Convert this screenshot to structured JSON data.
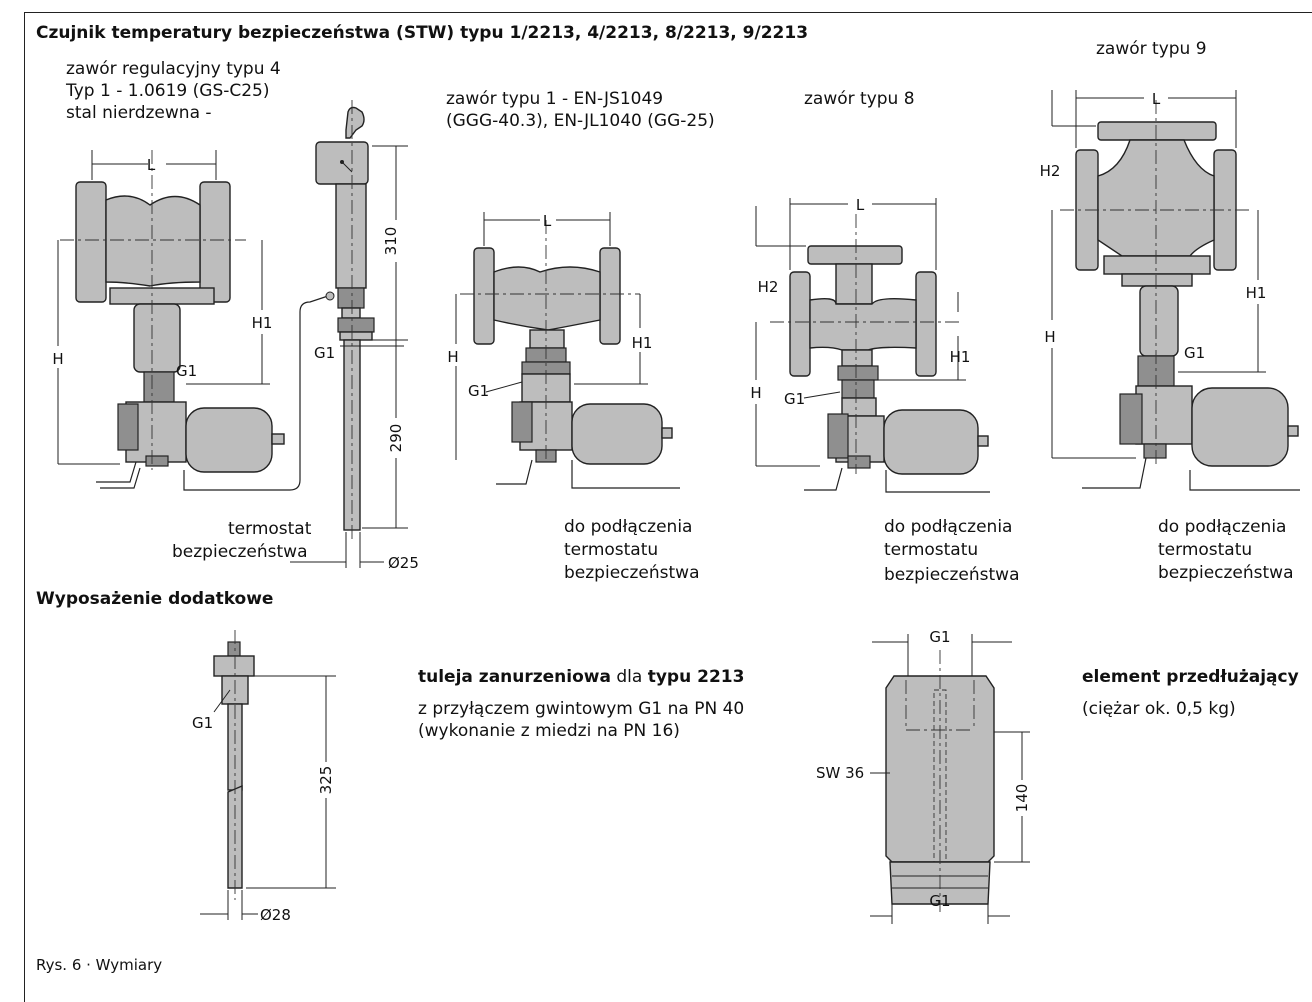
{
  "title": "Czujnik temperatury bezpieczeństwa (STW) typu 1/2213, 4/2213, 8/2213, 9/2213",
  "valve4": {
    "line1": "zawór regulacyjny typu 4",
    "line2": "Typ 1 - 1.0619 (GS-C25)",
    "line3": "stal nierdzewna -"
  },
  "valve1": {
    "line1": "zawór typu 1 - EN-JS1049",
    "line2": "(GGG-40.3), EN-JL1040 (GG-25)"
  },
  "valve8": {
    "label": "zawór typu 8"
  },
  "valve9": {
    "label": "zawór typu 9"
  },
  "thermostat": {
    "line1": "termostat",
    "line2": "bezpieczeństwa"
  },
  "connect": {
    "line1": "do podłączenia",
    "line2": "termostatu",
    "line3": "bezpieczeństwa"
  },
  "dims": {
    "L": "L",
    "H": "H",
    "H1": "H1",
    "H2": "H2",
    "G1": "G1",
    "d310": "310",
    "d290": "290",
    "d25": "Ø25",
    "d325": "325",
    "d28": "Ø28",
    "d140": "140",
    "sw36": "SW 36"
  },
  "accessories": {
    "heading": "Wyposażenie dodatkowe",
    "sleeve": {
      "name_bold": "tuleja zanurzeniowa",
      "name_mid": " dla ",
      "type_bold": "typu 2213",
      "line2": "z przyłączem gwintowym G1 na PN 40",
      "line3": "(wykonanie z miedzi na PN 16)"
    },
    "extension": {
      "name_bold": "element przedłużający",
      "line2": "(ciężar ok. 0,5 kg)"
    }
  },
  "caption": "Rys. 6 · Wymiary"
}
